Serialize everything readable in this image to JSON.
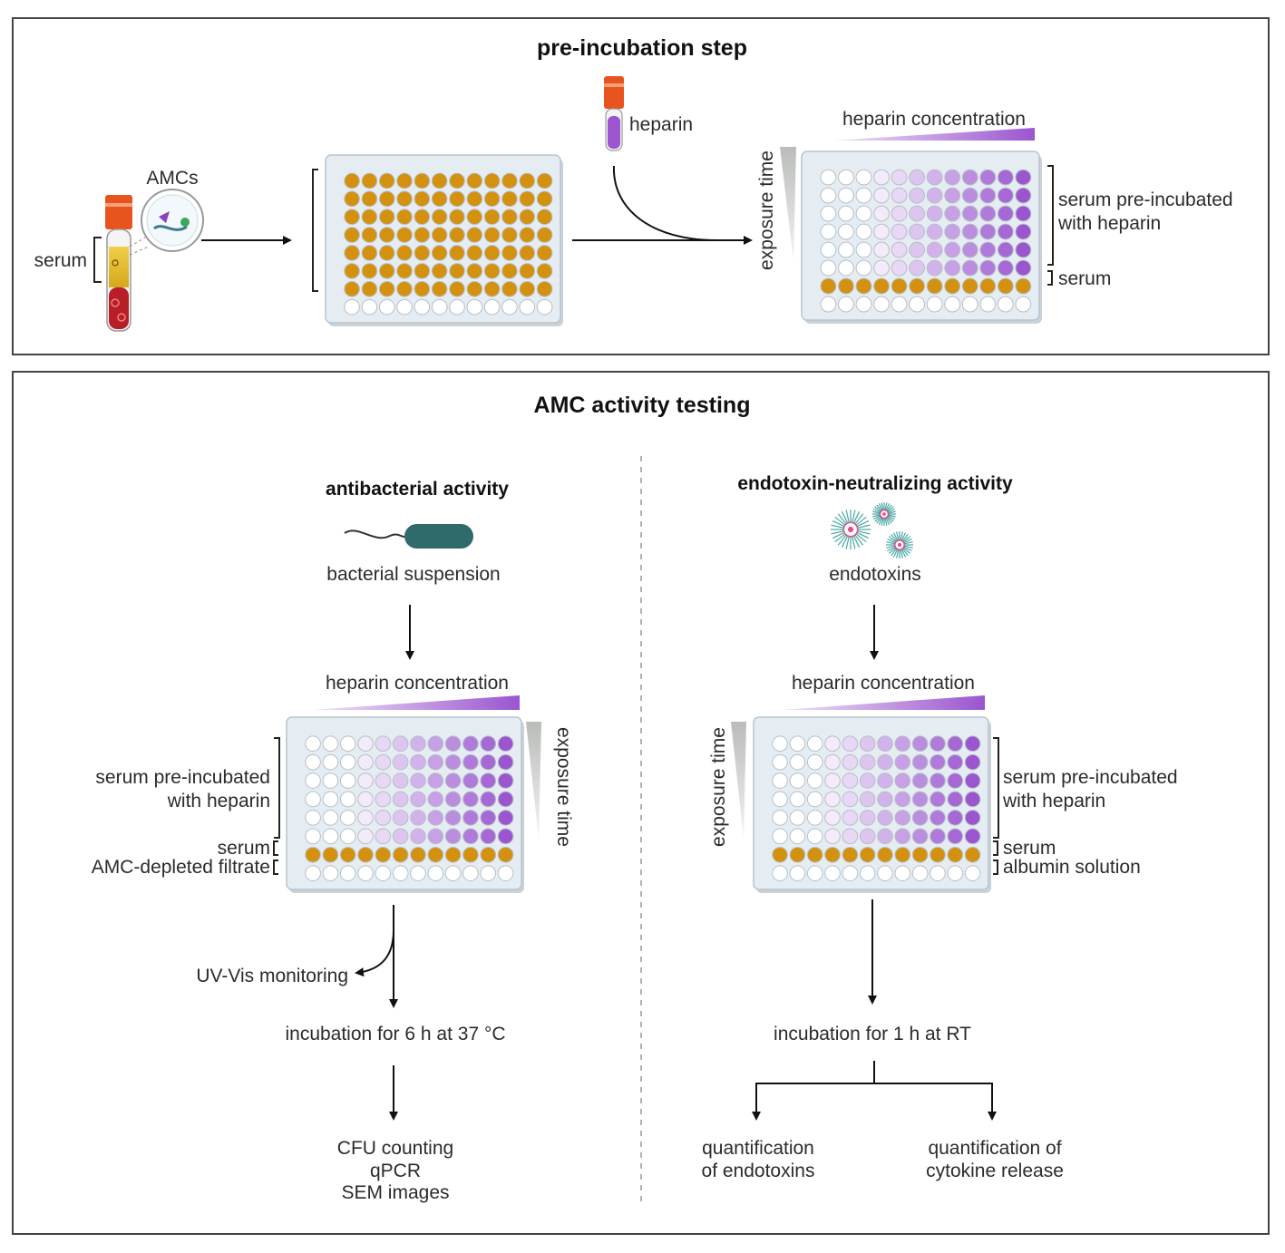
{
  "panels": {
    "pre_incubation": {
      "title": "pre-incubation step",
      "serum_label": "serum",
      "amcs_label": "AMCs",
      "heparin_label": "heparin",
      "heparin_concentration": "heparin concentration",
      "exposure_time": "exposure time",
      "serum_preincubated_line1": "serum pre-incubated",
      "serum_preincubated_line2": "with heparin",
      "serum_row_label": "serum"
    },
    "amc_testing": {
      "title": "AMC activity testing",
      "antibacterial": {
        "title": "antibacterial activity",
        "suspension_label": "bacterial suspension",
        "heparin_concentration": "heparin concentration",
        "exposure_time": "exposure time",
        "serum_preincubated_line1": "serum pre-incubated",
        "serum_preincubated_line2": "with heparin",
        "serum_row_label": "serum",
        "filtrate_row_label": "AMC-depleted filtrate",
        "uv_vis": "UV-Vis monitoring",
        "incubation": "incubation for 6 h at 37 °C",
        "readouts": [
          "CFU counting",
          "qPCR",
          "SEM images"
        ]
      },
      "endotoxin": {
        "title": "endotoxin-neutralizing activity",
        "endotoxins_label": "endotoxins",
        "heparin_concentration": "heparin concentration",
        "exposure_time": "exposure time",
        "serum_preincubated_line1": "serum pre-incubated",
        "serum_preincubated_line2": "with heparin",
        "serum_row_label": "serum",
        "albumin_row_label": "albumin solution",
        "incubation": "incubation for 1 h at RT",
        "readout_left_line1": "quantification",
        "readout_left_line2": "of endotoxins",
        "readout_right_line1": "quantification of",
        "readout_right_line2": "cytokine release"
      }
    }
  },
  "colors": {
    "serum_well": "#d4900f",
    "heparin_purple": "#9a55cf",
    "empty_well": "#ffffff",
    "plate": "#e6edf2",
    "vial_cap": "#e8541e",
    "bacterium": "#2e6b6a",
    "endotoxin": "#4aa7a3"
  },
  "icons": [
    "blood-tube-icon",
    "amc-magnifier-icon",
    "heparin-vial-icon",
    "bacterium-icon",
    "endotoxin-icon",
    "well-plate-icon"
  ]
}
